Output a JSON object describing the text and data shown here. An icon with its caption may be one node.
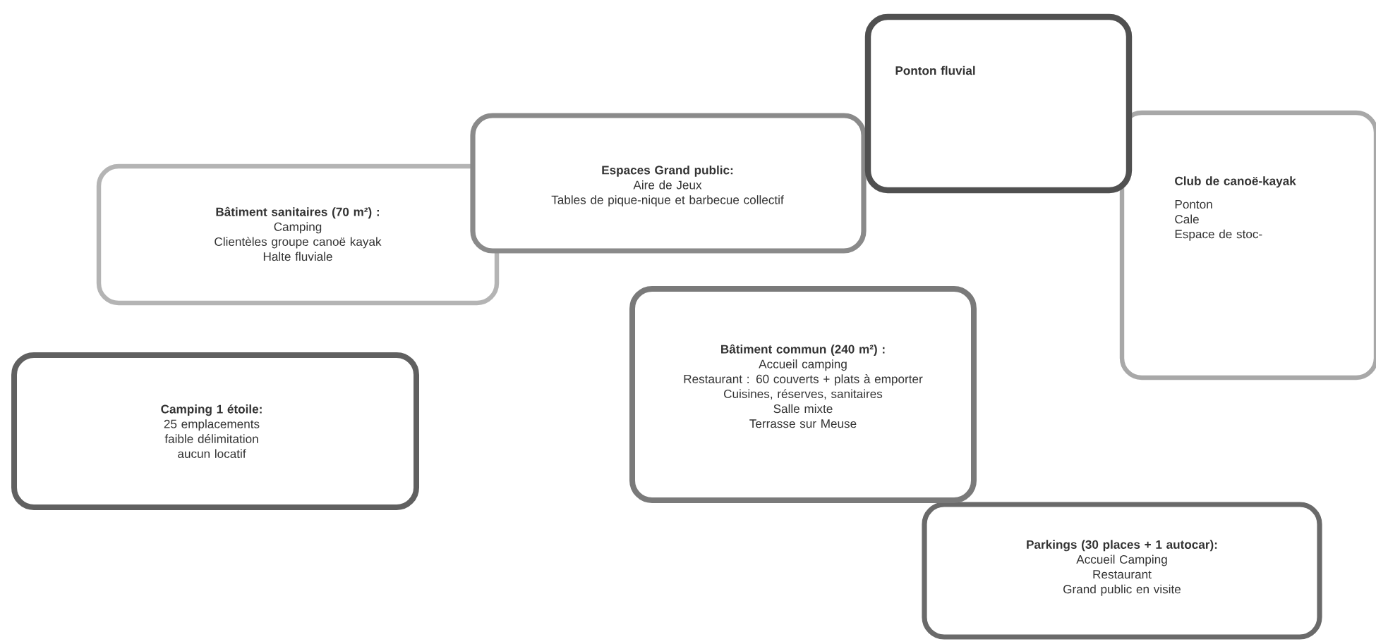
{
  "diagram": {
    "nodes": [
      {
        "text": [
          "Bâtiment sanitaires (70 m²) :",
          "Camping",
          "Clientèles groupe canoë kayak",
          "Halte fluviale"
        ]
      },
      {
        "text": [
          "Espaces Grand public:",
          "Aire de Jeux",
          "Tables de pique-nique et barbecue collectif"
        ]
      },
      {
        "text": [
          "Ponton fluvial"
        ]
      },
      {
        "text": [
          "Club de canoë-kayak",
          "Ponton",
          "Cale",
          "Espace de stoc-"
        ]
      },
      {
        "text": [
          "Camping 1 étoile:",
          "25 emplacements",
          "faible délimitation",
          "aucun locatif"
        ]
      },
      {
        "text": [
          "Bâtiment commun (240 m²) :",
          "Accueil camping",
          "Restaurant : 60 couverts + plats à emporter",
          "Cuisines, réserves, sanitaires",
          "Salle mixte",
          "Terrasse sur Meuse"
        ]
      },
      {
        "text": [
          "Parkings (30 places + 1 autocar):",
          "Accueil Camping",
          "Restaurant",
          "Grand public en visite"
        ]
      }
    ]
  }
}
